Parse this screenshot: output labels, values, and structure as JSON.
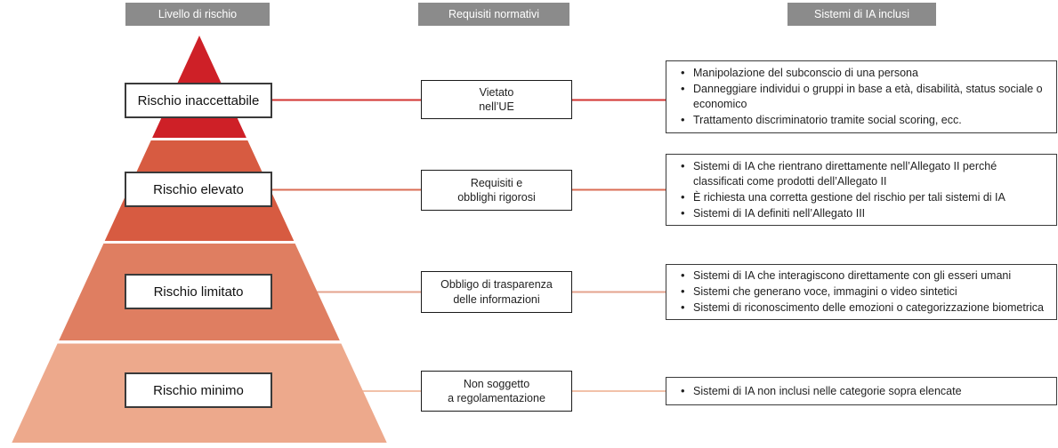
{
  "headers": [
    {
      "label": "Livello di rischio"
    },
    {
      "label": "Requisiti normativi"
    },
    {
      "label": "Sistemi di IA inclusi"
    }
  ],
  "rows": [
    {
      "risk_level": "Rischio inaccettabile",
      "requirement": [
        "Vietato",
        "nell’UE"
      ],
      "systems": [
        "Manipolazione del subconscio di una persona",
        "Danneggiare individui o gruppi in base a età, disabilità, status sociale o economico",
        "Trattamento discriminatorio tramite social scoring, ecc."
      ],
      "segment_color": "#ce2027",
      "line_color": "#d23331"
    },
    {
      "risk_level": "Rischio elevato",
      "requirement": [
        "Requisiti e",
        "obblighi rigorosi"
      ],
      "systems": [
        "Sistemi di IA che rientrano direttamente nell’Allegato II perché classificati come prodotti dell’Allegato II",
        "È richiesta una corretta gestione del rischio per tali sistemi di IA",
        "Sistemi di IA definiti nell’Allegato III"
      ],
      "segment_color": "#d75b41",
      "line_color": "#da6c54"
    },
    {
      "risk_level": "Rischio limitato",
      "requirement": [
        "Obbligo di trasparenza",
        "delle informazioni"
      ],
      "systems": [
        "Sistemi di IA che interagiscono direttamente con gli esseri umani",
        "Sistemi che generano voce, immagini o video sintetici",
        "Sistemi di riconoscimento delle emozioni o categorizzazione biometrica"
      ],
      "segment_color": "#df7e61",
      "line_color": "#e4a38d"
    },
    {
      "risk_level": "Rischio minimo",
      "requirement": [
        "Non soggetto",
        "a regolamentazione"
      ],
      "systems": [
        "Sistemi di IA non inclusi nelle categorie sopra elencate"
      ],
      "segment_color": "#eda98c",
      "line_color": "#f2c1a9"
    }
  ]
}
